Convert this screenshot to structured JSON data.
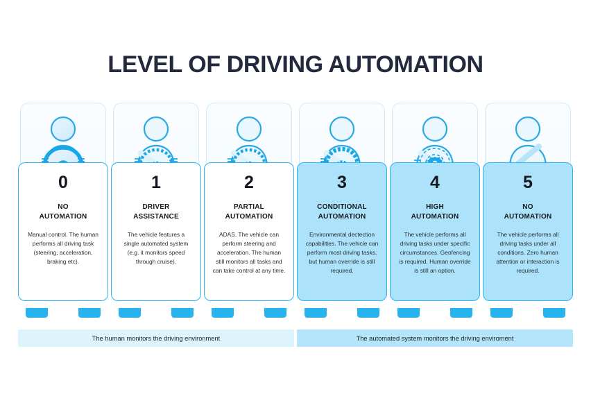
{
  "title": "LEVEL OF DRIVING AUTOMATION",
  "colors": {
    "title_text": "#242a3d",
    "accent_blue": "#27b3ef",
    "card_border": "#2ab3ef",
    "card_fill_automated": "#ace3fa",
    "banner_human_bg": "#ddf4fd",
    "banner_system_bg": "#b4e5fb",
    "icon_panel_border": "#cfeafc",
    "icon_line": "#29a9e8",
    "icon_fill_light": "#dff1fb"
  },
  "levels": [
    {
      "number": "0",
      "name": "NO\nAUTOMATION",
      "description": "Manual control. The human performs all driving task (steering, acceleration, braking etc).",
      "icon": "driver-hands-on-solid-wheel-icon",
      "filled": false
    },
    {
      "number": "1",
      "name": "DRIVER\nASSISTANCE",
      "description": "The vehicle features a single automated system (e.g. it monitors speed through cruise).",
      "icon": "driver-hands-on-dashed-wheel-icon",
      "filled": false
    },
    {
      "number": "2",
      "name": "PARTIAL\nAUTOMATION",
      "description": "ADAS. The vehicle can perform steering and acceleration. The human still monitors all tasks and can take control at any time.",
      "icon": "driver-one-hand-dashed-wheel-icon",
      "filled": false
    },
    {
      "number": "3",
      "name": "CONDITIONAL\nAUTOMATION",
      "description": "Environmental dectection capabilities. The vehicle can perform most driving tasks, but human override is still required.",
      "icon": "driver-one-hand-automated-wheel-icon",
      "filled": true
    },
    {
      "number": "4",
      "name": "HIGH\nAUTOMATION",
      "description": "The vehicle performs all driving tasks under specific circumstances. Geofencing is required. Human override is still an option.",
      "icon": "driver-gear-dashed-wheel-icon",
      "filled": true
    },
    {
      "number": "5",
      "name": "NO\nAUTOMATION",
      "description": "The vehicle performs all driving tasks under all conditions. Zero human attention or interaction is required.",
      "icon": "passenger-seatbelt-no-wheel-icon",
      "filled": true
    }
  ],
  "banners": {
    "human": "The human monitors the driving environment",
    "system": "The automated system monitors the driving enviroment"
  }
}
